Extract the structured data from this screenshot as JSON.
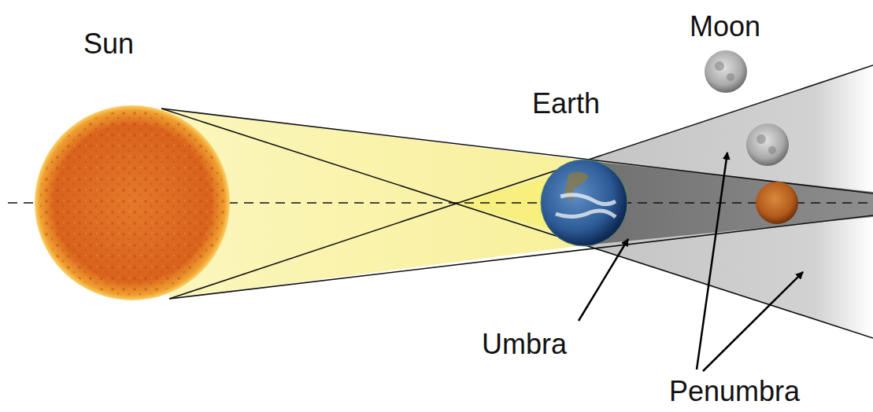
{
  "diagram": {
    "labels": [
      "Sun",
      "Earth",
      "Moon",
      "Umbra",
      "Penumbra"
    ]
  }
}
